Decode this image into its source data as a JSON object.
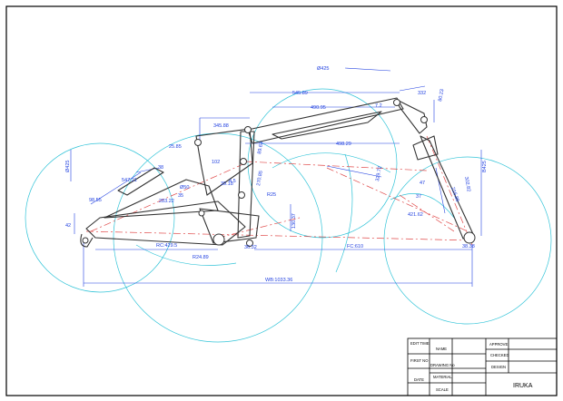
{
  "dimensions": {
    "dia_top": "Ø425",
    "dia_left": "Ø425",
    "dia_small": "Ø50",
    "top_len_1": "545.89",
    "top_len_2": "490.95",
    "top_len_3": "498.29",
    "top_short": "7.2",
    "left_top": "345.88",
    "left_side": "25.85",
    "left_mid": "102",
    "mid_a": "89.63",
    "mid_b": "39.18",
    "mid_c": "4.5",
    "mid_d": "270.85",
    "mid_e": "R25",
    "mid_f": "130.37",
    "rear_a": "547.21",
    "rear_b": "98.55",
    "rear_c": "283.22",
    "rear_d": "35",
    "rear_e": "42",
    "rear_f": "38",
    "bot_a": "RC:429.5",
    "bot_b": "R24.89",
    "bot_c": "36.32",
    "bot_d": "FC:610",
    "right_a": "332",
    "right_b": "80.23",
    "right_c": "329.72",
    "right_d": "47",
    "right_e": "302.82",
    "right_f": "B425",
    "right_g": "216.86",
    "right_h": "421.62",
    "right_i": "38.38",
    "right_j": "37",
    "wheelbase": "WB:1033.36"
  },
  "title_block": {
    "edit_time": "EDIT TIME",
    "first_no": "FIRST NO",
    "date": "DATE",
    "name": "NAME",
    "drawing_no": "DRAWING No",
    "material": "MATERIAL",
    "scale": "SCALE",
    "approve": "APPROVE",
    "checked": "CHECKED",
    "design": "DESIGN",
    "project": "IRUKA"
  },
  "colors": {
    "frame": "#333333",
    "dimension": "#1f3fe0",
    "construction": "#33c4d8",
    "centerline": "#e04848"
  }
}
